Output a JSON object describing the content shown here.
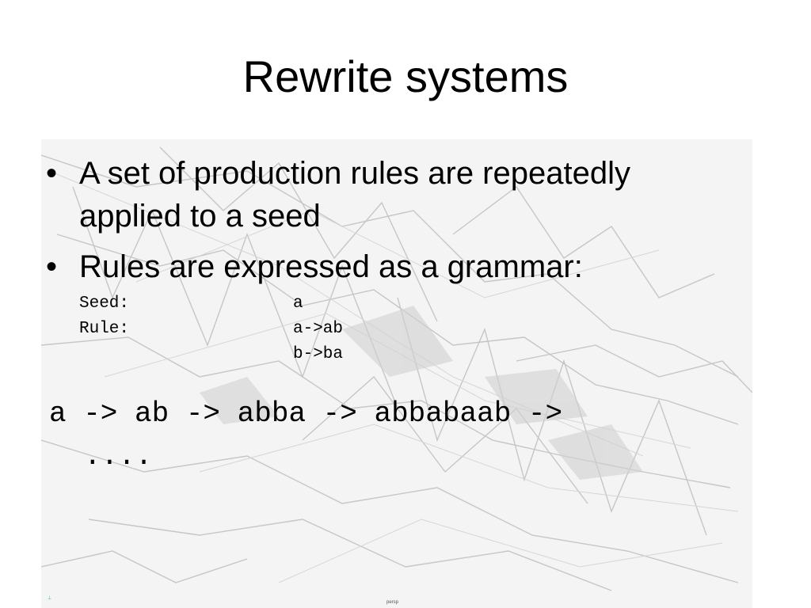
{
  "slide": {
    "title": "Rewrite systems",
    "bullets": [
      {
        "text": "A set of production rules are repeatedly applied to a seed"
      },
      {
        "text": "Rules are expressed as a grammar:"
      }
    ],
    "bullet_glyph": "•",
    "grammar": {
      "seed_label": "Seed:",
      "seed_value": "a",
      "rule_label": "Rule:",
      "rules": [
        "a->ab",
        "b->ba"
      ]
    },
    "sequence": {
      "line1": "a -> ab -> abba -> abbabaab ->",
      "line2": "...."
    },
    "background_image": {
      "description_icon": "fractal-wireframe-image",
      "tone": "#f4f4f4",
      "line_color": "#c8c8c8",
      "watermark": "persp"
    }
  }
}
